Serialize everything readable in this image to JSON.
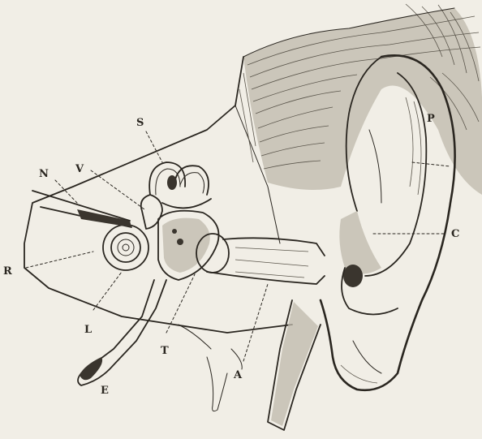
{
  "figure": {
    "labels": {
      "S": "S",
      "V": "V",
      "N": "N",
      "R": "R",
      "L": "L",
      "T": "T",
      "E": "E",
      "A": "A",
      "P": "P",
      "C": "C"
    }
  }
}
